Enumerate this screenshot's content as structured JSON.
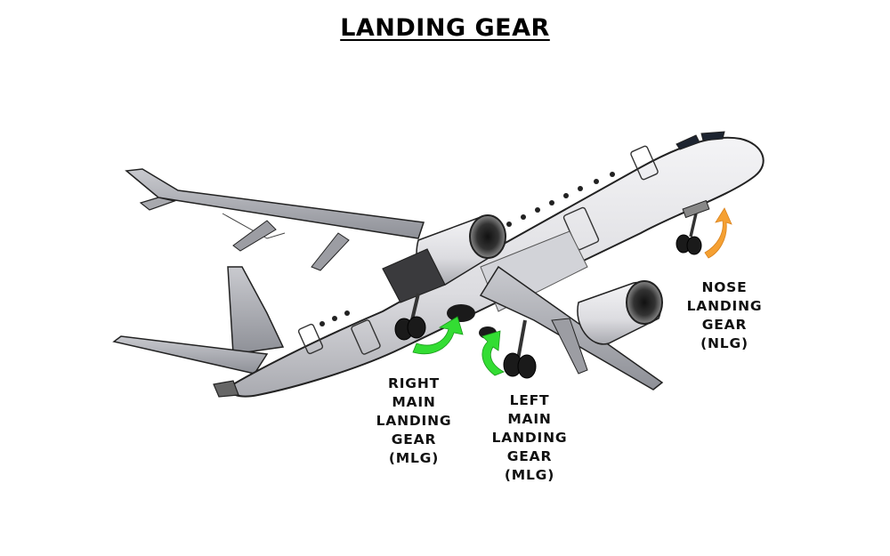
{
  "title": "LANDING GEAR",
  "labels": {
    "right_mlg": [
      "RIGHT",
      "MAIN",
      "LANDING",
      "GEAR",
      "(MLG)"
    ],
    "left_mlg": [
      "LEFT",
      "MAIN",
      "LANDING",
      "GEAR",
      "(MLG)"
    ],
    "nlg": [
      "NOSE",
      "LANDING",
      "GEAR",
      "(NLG)"
    ]
  },
  "colors": {
    "main_gear_arrow": "#33dd33",
    "nose_gear_arrow": "#f5a032",
    "fuselage": "#e6e6e8"
  },
  "icons": {
    "main_gear_arrow": "curved-arrow-icon",
    "nose_gear_arrow": "curved-arrow-icon"
  }
}
